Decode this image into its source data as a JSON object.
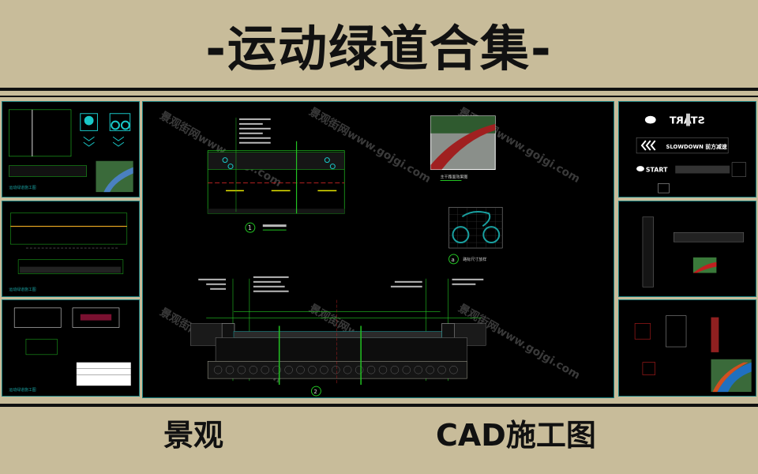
{
  "header": {
    "title": "-运动绿道合集-"
  },
  "footer": {
    "left_label": "景观",
    "right_label": "CAD施工图"
  },
  "main_drawing": {
    "watermark": "景观街网www.gojgi.com",
    "plan_number": "1",
    "section_number": "2",
    "detail_number": "a",
    "photo_caption": "主干路面效果图",
    "icon_detail_caption": "路标尺寸放样"
  },
  "right_panel_top": {
    "start_label": "START",
    "slowdown_label": "SLOWDOWN 前方减速"
  },
  "colors": {
    "background": "#c8bc9a",
    "cad_background": "#000000",
    "cad_line": "#22c322",
    "accent_cyan": "#19c8c8",
    "lane_yellow": "#e6e600",
    "track_red": "#b02020",
    "panel_border": "#1a7f7f"
  }
}
